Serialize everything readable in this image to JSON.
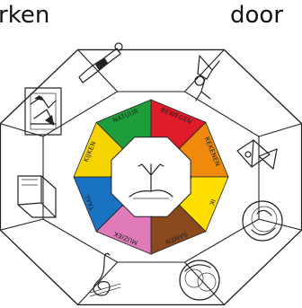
{
  "captions": {
    "left": "rken",
    "right": "door"
  },
  "segments": [
    {
      "label": "BEWEGEN",
      "color": "#e01b2a",
      "picture": "climbing-figure-drawing"
    },
    {
      "label": "REKENEN",
      "color": "#f08a0c",
      "picture": "mirror-shapes-drawing"
    },
    {
      "label": "IK",
      "color": "#ffde00",
      "picture": "self-portrait-drawing"
    },
    {
      "label": "SAMEN",
      "color": "#8a4a1d",
      "picture": "faces-drawing"
    },
    {
      "label": "MUZIEK",
      "color": "#e07ab8",
      "picture": "treble-clef-drawing"
    },
    {
      "label": "TAAL",
      "color": "#1a72c2",
      "picture": "book-drawing"
    },
    {
      "label": "KIJKEN",
      "color": "#f6d400",
      "picture": "framed-painting-drawing"
    },
    {
      "label": "NATUUR",
      "color": "#1e9e3a",
      "picture": "person-lying-drawing"
    }
  ],
  "center": {
    "picture": "tree-sprout-icon"
  }
}
